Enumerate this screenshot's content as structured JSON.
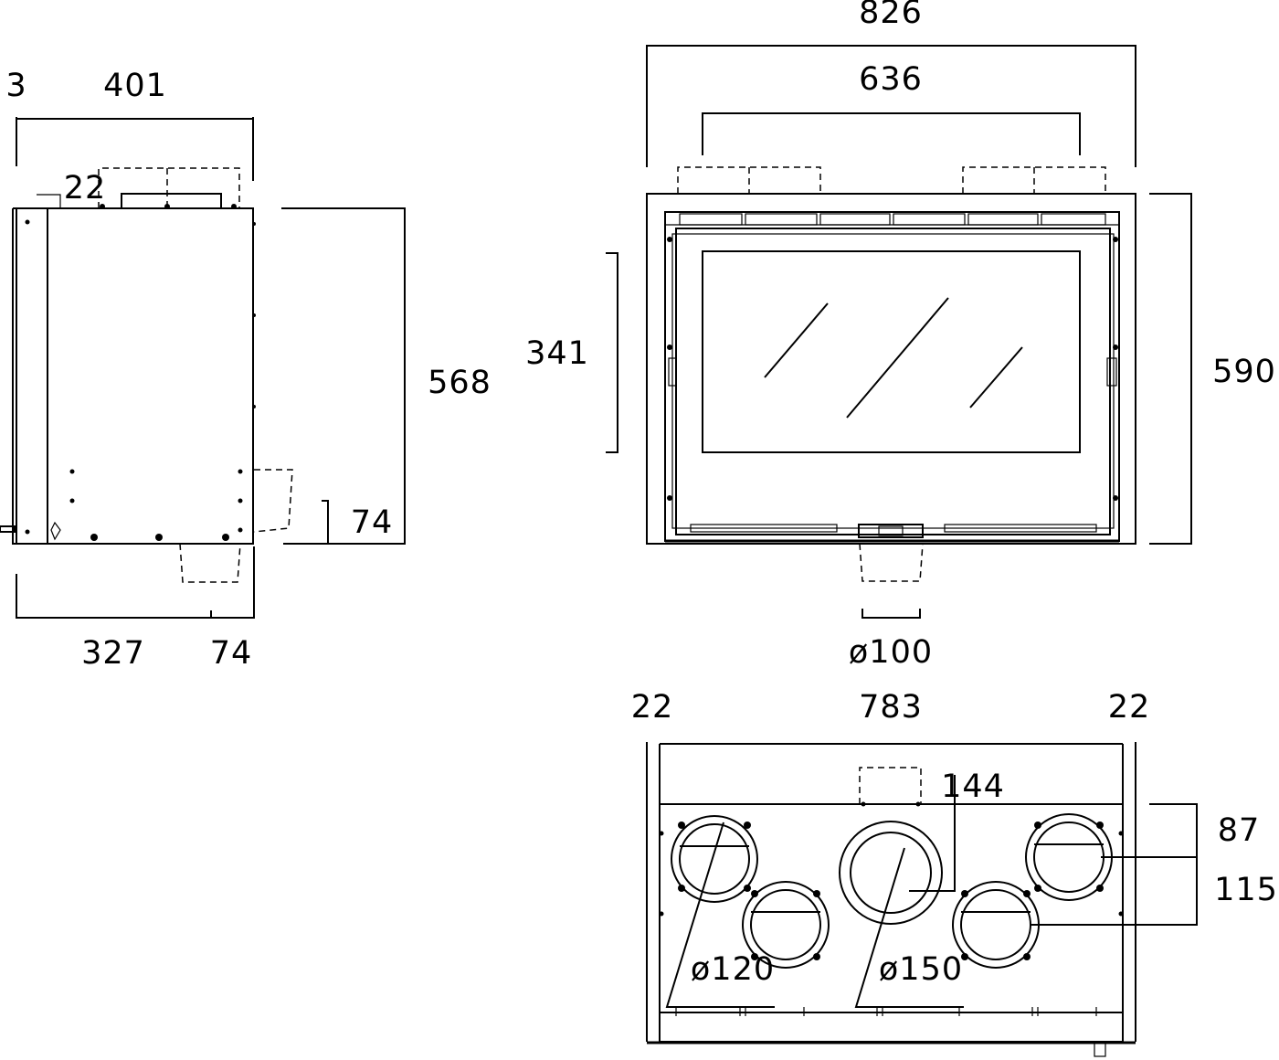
{
  "side_view": {
    "dim_front_offset": "3",
    "dim_depth_total": "401",
    "dim_top_offset": "22",
    "dim_height": "568",
    "dim_rear_outlet_height": "74",
    "dim_bottom_depth": "327",
    "dim_bottom_outlet": "74"
  },
  "front_view": {
    "dim_width_total": "826",
    "dim_width_inner": "636",
    "dim_glass_height": "341",
    "dim_height_total": "590",
    "dim_air_inlet": "ø100"
  },
  "top_view": {
    "dim_left_margin": "22",
    "dim_width": "783",
    "dim_right_margin": "22",
    "dim_center_offset": "144",
    "dim_rear_outlet_1": "87",
    "dim_rear_outlet_2": "115",
    "dim_small_outlet": "ø120",
    "dim_main_flue": "ø150"
  }
}
